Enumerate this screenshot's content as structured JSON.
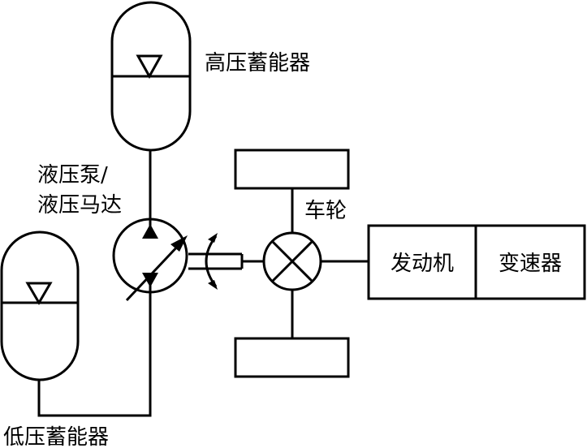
{
  "labels": {
    "high_pressure_accumulator": "高压蓄能器",
    "low_pressure_accumulator": "低压蓄能器",
    "pump_motor_line1": "液压泵/",
    "pump_motor_line2": "液压马达",
    "wheel": "车轮",
    "engine": "发动机",
    "transmission": "变速器"
  },
  "colors": {
    "stroke": "#000000",
    "background": "#ffffff"
  }
}
